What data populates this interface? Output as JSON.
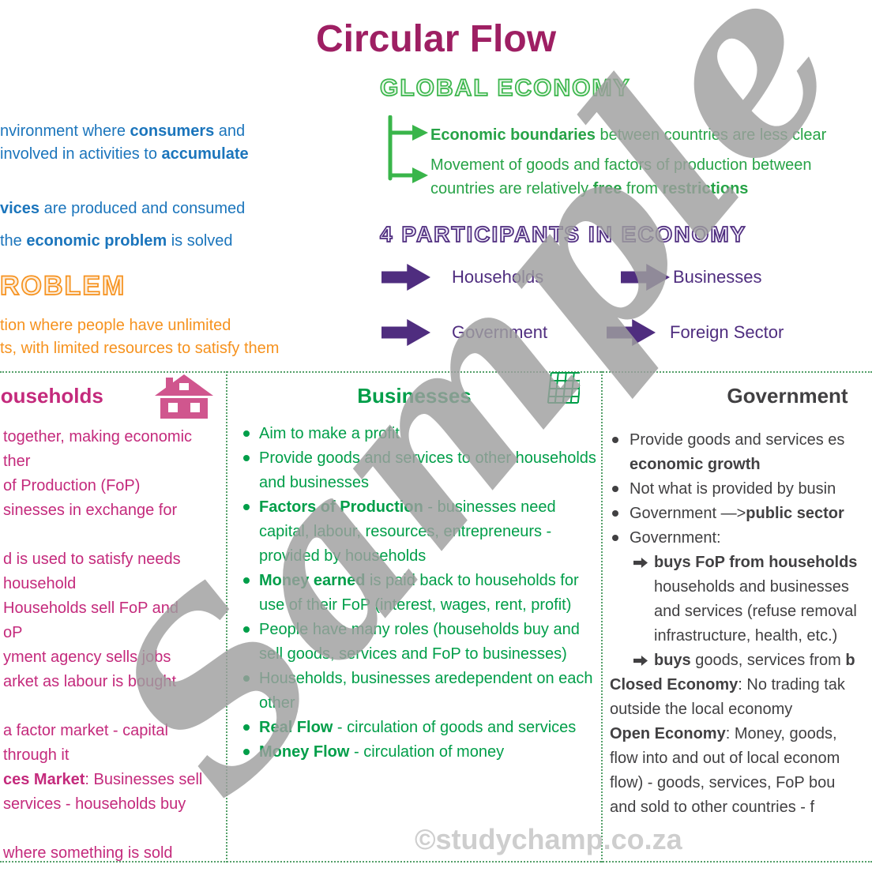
{
  "page": {
    "title": "Circular Flow"
  },
  "colors": {
    "title": "#9e1f63",
    "blue": "#1b75bc",
    "orange": "#f6921e",
    "green": "#009e49",
    "green_bright": "#39b54a",
    "purple": "#4f2d7f",
    "pink": "#c42a7c",
    "dark": "#414042",
    "dotted_border": "#55a06a",
    "watermark": "#9f9f9f"
  },
  "watermark": {
    "sample_text": "Sample",
    "site_credit": "©studychamp.co.za"
  },
  "intro": {
    "line1": [
      {
        "t": "nvironment where "
      },
      {
        "t": "consumers",
        "b": true
      },
      {
        "t": " and"
      }
    ],
    "line2": [
      {
        "t": "involved in activities to "
      },
      {
        "t": "accumulate",
        "b": true
      }
    ],
    "line3": [
      {
        "t": "vices",
        "b": true
      },
      {
        "t": " are produced and consumed"
      }
    ],
    "line4": [
      {
        "t": "the "
      },
      {
        "t": "economic problem",
        "b": true
      },
      {
        "t": " is solved"
      }
    ],
    "problem_heading": "ROBLEM",
    "problem_line1": "tion where people have unlimited",
    "problem_line2": "ts, with limited resources to satisfy them"
  },
  "global_economy": {
    "heading": "GLOBAL ECONOMY",
    "icon": "branch-arrows-icon",
    "point1": [
      {
        "t": "Economic boundaries",
        "b": true
      },
      {
        "t": " between countries are less clear"
      }
    ],
    "point2": [
      {
        "t": "Movement of goods and factors of production between countries are relatively "
      },
      {
        "t": "free",
        "b": true
      },
      {
        "t": " from "
      },
      {
        "t": "restrictions",
        "b": true
      }
    ]
  },
  "participants": {
    "heading": "4 PARTICIPANTS IN ECONOMY",
    "items": [
      "Households",
      "Businesses",
      "Government",
      "Foreign Sector"
    ]
  },
  "households": {
    "title": "Households",
    "icon": "house-icon",
    "lines": [
      [
        {
          "t": "together, making economic"
        }
      ],
      [
        {
          "t": "ther"
        }
      ],
      [
        {
          "t": "of Production (FoP)"
        }
      ],
      [
        {
          "t": "sinesses in exchange for"
        }
      ],
      [
        {
          "t": "d is used to satisfy needs"
        }
      ],
      [
        {
          "t": "household"
        }
      ],
      [
        {
          "t": "Households sell FoP and"
        }
      ],
      [
        {
          "t": "oP"
        }
      ],
      [
        {
          "t": "yment agency sells jobs"
        }
      ],
      [
        {
          "t": "arket as labour is bought"
        }
      ],
      [
        {
          "t": "a factor market - capital"
        }
      ],
      [
        {
          "t": "through it"
        }
      ],
      [
        {
          "t": "ces Market",
          "b": true
        },
        {
          "t": ": Businesses sell"
        }
      ],
      [
        {
          "t": "services - households buy"
        }
      ],
      [
        {
          "t": "where something is sold"
        }
      ]
    ]
  },
  "businesses": {
    "title": "Businesses",
    "icon": "grid-building-icon",
    "bullets": [
      [
        {
          "t": "Aim to make a profit"
        }
      ],
      [
        {
          "t": "Provide goods and services to other households and businesses"
        }
      ],
      [
        {
          "t": "Factors of Production",
          "b": true
        },
        {
          "t": " - businesses need capital, labour, resources, entrepreneurs - provided by households"
        }
      ],
      [
        {
          "t": "Money earned",
          "b": true
        },
        {
          "t": " is paid back to households for use of their FoP (interest, wages, rent, profit)"
        }
      ],
      [
        {
          "t": "People have many roles (households buy and sell goods, services and FoP to businesses)"
        }
      ],
      [
        {
          "t": "Households, businesses aredependent on each other"
        }
      ],
      [
        {
          "t": "Real Flow",
          "b": true
        },
        {
          "t": " - circulation of goods and services"
        }
      ],
      [
        {
          "t": "Money Flow",
          "b": true
        },
        {
          "t": " - circulation of money"
        }
      ]
    ]
  },
  "government": {
    "title": "Government",
    "lines": [
      [
        {
          "t": "Provide goods and services es"
        }
      ],
      [
        {
          "t": "economic growth",
          "b": true
        }
      ],
      [
        {
          "t": "Not what is provided by busin"
        }
      ],
      [
        {
          "t": "Government —>"
        },
        {
          "t": "public sector",
          "b": true
        }
      ],
      [
        {
          "t": "Government:"
        }
      ],
      [
        {
          "t": "buys FoP from households",
          "b": true
        }
      ],
      [
        {
          "t": "households and businesses"
        }
      ],
      [
        {
          "t": "and services (refuse removal"
        }
      ],
      [
        {
          "t": "infrastructure, health, etc.)"
        }
      ],
      [
        {
          "t": "buys",
          "b": true
        },
        {
          "t": " goods, services from "
        },
        {
          "t": "b",
          "b": true
        }
      ],
      [
        {
          "t": "Closed Economy",
          "b": true
        },
        {
          "t": ": No trading tak"
        }
      ],
      [
        {
          "t": "outside the local economy"
        }
      ],
      [
        {
          "t": "Open Economy",
          "b": true
        },
        {
          "t": ": Money, goods,"
        }
      ],
      [
        {
          "t": "flow into and out of local econom"
        }
      ],
      [
        {
          "t": "flow) - goods, services, FoP bou"
        }
      ],
      [
        {
          "t": "and sold to other countries - f"
        }
      ]
    ]
  }
}
